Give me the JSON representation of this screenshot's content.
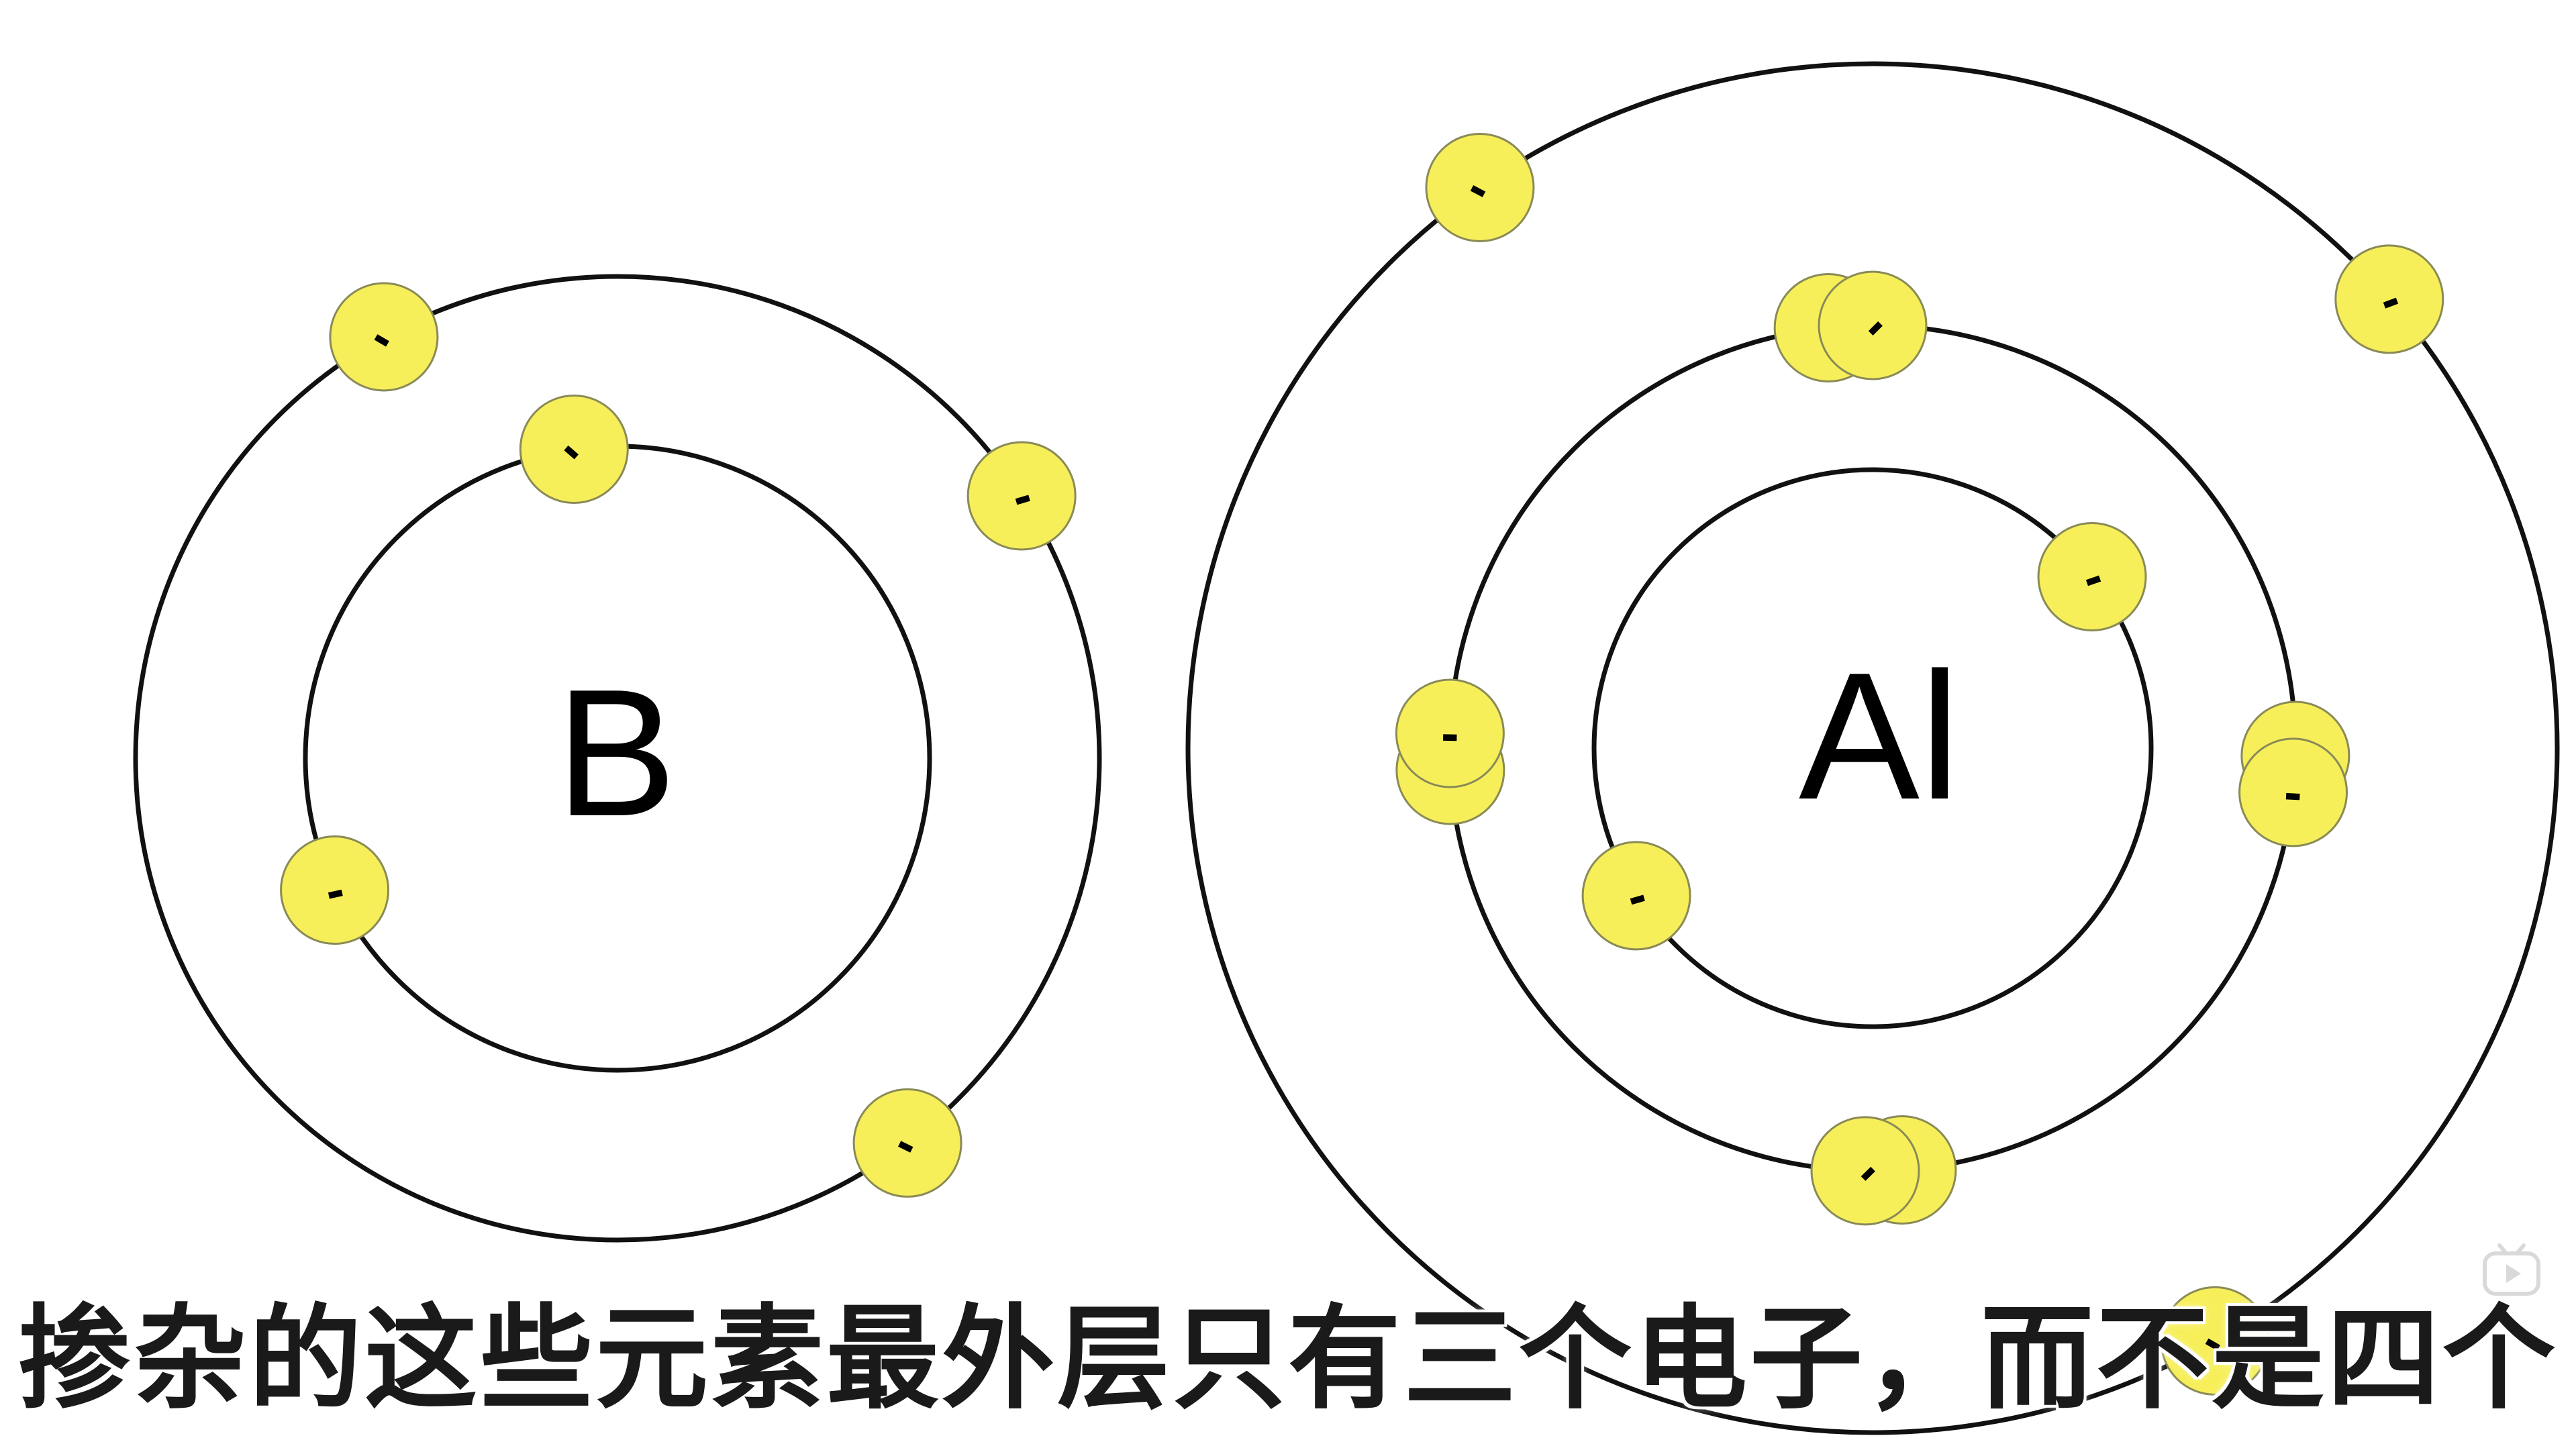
{
  "colors": {
    "background": "#ffffff",
    "orbit_stroke": "#111111",
    "electron_fill": "#f6ef5a",
    "electron_stroke": "#8a8a57",
    "subtitle_text": "#1a1a1a",
    "watermark": "#d9d9d9"
  },
  "atoms": [
    {
      "symbol": "B",
      "shells": [
        {
          "electrons": [
            {
              "sign": "-"
            },
            {
              "sign": "-"
            }
          ]
        },
        {
          "electrons": [
            {
              "sign": "-"
            },
            {
              "sign": "-"
            },
            {
              "sign": "-"
            }
          ]
        }
      ]
    },
    {
      "symbol": "Al",
      "shells": [
        {
          "electrons": [
            {
              "sign": "-"
            },
            {
              "sign": "-"
            }
          ]
        },
        {
          "electrons": [
            {
              "sign": "-"
            },
            {
              "sign": "-"
            },
            {
              "sign": "-"
            },
            {
              "sign": "-"
            },
            {
              "sign": "-"
            },
            {
              "sign": "-"
            },
            {
              "sign": "-"
            },
            {
              "sign": "-"
            }
          ]
        },
        {
          "electrons": [
            {
              "sign": "-"
            },
            {
              "sign": "-"
            },
            {
              "sign": "-"
            }
          ]
        }
      ]
    }
  ],
  "subtitle": "掺杂的这些元素最外层只有三个电子，而不是四个",
  "watermark_icon": "bilibili-tv-icon"
}
